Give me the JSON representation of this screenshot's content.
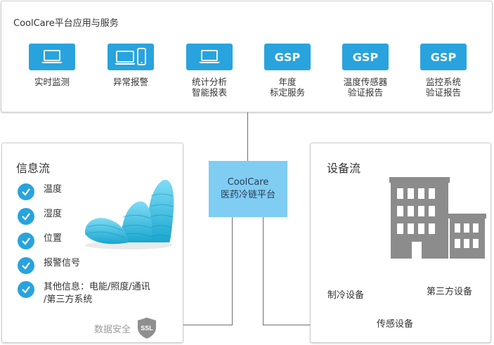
{
  "platform": {
    "title": "CoolCare平台应用与服务",
    "services": [
      {
        "icon": "laptop-icon",
        "label": "实时监测"
      },
      {
        "icon": "laptop-phone-icon",
        "label": "异常报警"
      },
      {
        "icon": "laptop-icon",
        "label": "统计分析\n智能报表"
      },
      {
        "icon": "gsp-icon",
        "text": "GSP",
        "label": "年度\n标定服务"
      },
      {
        "icon": "gsp-icon",
        "text": "GSP",
        "label": "温度传感器\n验证报告"
      },
      {
        "icon": "gsp-icon",
        "text": "GSP",
        "label": "监控系统\n验证报告"
      }
    ]
  },
  "center": {
    "line1": "CoolCare",
    "line2": "医药冷链平台"
  },
  "info_flow": {
    "title": "信息流",
    "items": [
      "温度",
      "湿度",
      "位置",
      "报警信号",
      "其他信息：电能/照度/通讯\n/第三方系统"
    ],
    "security_label": "数据安全",
    "badge_text": "SSL"
  },
  "equipment_flow": {
    "title": "设备流",
    "labels": {
      "refrigeration": "制冷设备",
      "third_party": "第三方设备",
      "sensor": "传感设备"
    }
  },
  "colors": {
    "accent": "#29a3dd",
    "center_box": "#7fcdf2",
    "connector": "#6e6e6e",
    "building": "#8c8c8c"
  }
}
